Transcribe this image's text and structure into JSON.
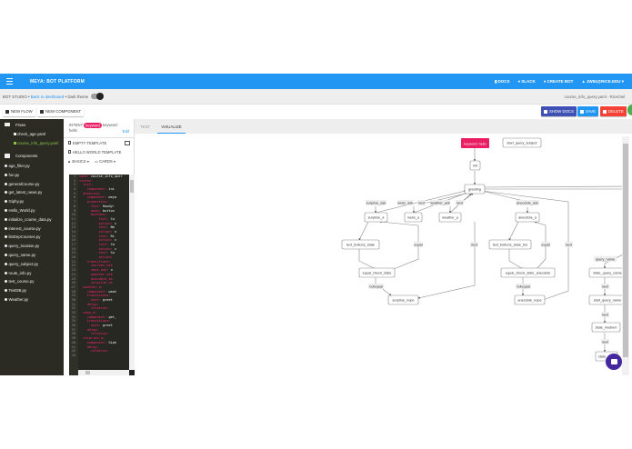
{
  "topbar": {
    "brand": "MEYA: BOT PLATFORM",
    "links": [
      {
        "icon": "book-icon",
        "label": "DOCS"
      },
      {
        "icon": "slack-icon",
        "label": "SLACK"
      },
      {
        "icon": "plus-circle-icon",
        "label": "CREATE BOT"
      },
      {
        "icon": "user-icon",
        "label": "JW84@RICE.EDU ▾"
      }
    ]
  },
  "subbar": {
    "studio": "BOT STUDIO",
    "back_link": "Back to dashboard",
    "theme_label": "Dark theme",
    "file_title": "course_info_query.yaml - RiceOwl"
  },
  "actions": {
    "new_flow": "NEW FLOW",
    "new_component": "NEW COMPONENT",
    "show_docs": "SHOW DOCS",
    "save": "SAVE",
    "delete": "DELETE"
  },
  "sidebar": {
    "flows_label": "Flows",
    "flows": [
      {
        "label": "check_age.yaml",
        "active": false
      },
      {
        "label": "course_info_query.yaml",
        "active": true
      }
    ],
    "components_label": "Components",
    "components": [
      "age_filter.py",
      "fun.py",
      "generalCourse.py",
      "get_latest_news.py",
      "Giphy.py",
      "Hello_World.py",
      "initialize_course_data.py",
      "interest_course.py",
      "listDepCourses.py",
      "query_location.py",
      "query_name.py",
      "query_subject.py",
      "route_info.py",
      "test_course.py",
      "TestDB.py",
      "Weather.py"
    ]
  },
  "editor": {
    "intent_label": "INTENT",
    "intent_type": "keyword",
    "intent_type_text": "keyword:",
    "intent_value": "hello",
    "edit_label": "Edit",
    "empty_template": "EMPTY TEMPLATE",
    "hello_template": "HELLO WORLD TEMPLATE",
    "basics_label": "BASICS ▾",
    "cards_label": "CARDS ▾",
    "code_lines": [
      {
        "n": "1",
        "indent": "",
        "key": "name:",
        "val": " course_info_quer"
      },
      {
        "n": "2",
        "indent": "",
        "key": "states:",
        "val": ""
      },
      {
        "n": "3",
        "indent": "  ",
        "key": "init:",
        "val": ""
      },
      {
        "n": "4",
        "indent": "    ",
        "key": "component:",
        "val": " ini"
      },
      {
        "n": "5",
        "indent": "  ",
        "key": "greeting:",
        "val": ""
      },
      {
        "n": "6",
        "indent": "    ",
        "key": "component:",
        "val": " meya"
      },
      {
        "n": "7",
        "indent": "    ",
        "key": "properties:",
        "val": ""
      },
      {
        "n": "8",
        "indent": "      ",
        "key": "text:",
        "val": " Howdy!"
      },
      {
        "n": "9",
        "indent": "      ",
        "key": "mode:",
        "val": " button"
      },
      {
        "n": "10",
        "indent": "      ",
        "key": "buttons:",
        "val": ""
      },
      {
        "n": "11",
        "indent": "        ",
        "key": "- text:",
        "val": " Co"
      },
      {
        "n": "12",
        "indent": "          ",
        "key": "action:",
        "val": " c"
      },
      {
        "n": "13",
        "indent": "        ",
        "key": "- text:",
        "val": " Ne"
      },
      {
        "n": "14",
        "indent": "          ",
        "key": "action:",
        "val": " n"
      },
      {
        "n": "15",
        "indent": "        ",
        "key": "- text:",
        "val": " Ri"
      },
      {
        "n": "16",
        "indent": "          ",
        "key": "action:",
        "val": " c"
      },
      {
        "n": "17",
        "indent": "        ",
        "key": "- text:",
        "val": " Ca"
      },
      {
        "n": "18",
        "indent": "          ",
        "key": "action:",
        "val": " c"
      },
      {
        "n": "19",
        "indent": "        ",
        "key": "- text:",
        "val": " Su"
      },
      {
        "n": "20",
        "indent": "          ",
        "key": "action:",
        "val": ""
      },
      {
        "n": "21",
        "indent": "    ",
        "key": "transitions:",
        "val": ""
      },
      {
        "n": "22",
        "indent": "      ",
        "key": "courses_ask",
        "val": ""
      },
      {
        "n": "23",
        "indent": "      ",
        "key": "news_ask:",
        "val": " n"
      },
      {
        "n": "24",
        "indent": "      ",
        "key": "weather_ask",
        "val": ""
      },
      {
        "n": "25",
        "indent": "      ",
        "key": "anecdote_as",
        "val": ""
      },
      {
        "n": "26",
        "indent": "      ",
        "key": "surprise_as",
        "val": ""
      },
      {
        "n": "27",
        "indent": "  ",
        "key": "weather_a:",
        "val": ""
      },
      {
        "n": "28",
        "indent": "    ",
        "key": "component:",
        "val": " weat"
      },
      {
        "n": "29",
        "indent": "    ",
        "key": "transitions:",
        "val": ""
      },
      {
        "n": "30",
        "indent": "      ",
        "key": "next:",
        "val": " greet"
      },
      {
        "n": "31",
        "indent": "    ",
        "key": "delay:",
        "val": ""
      },
      {
        "n": "32",
        "indent": "      ",
        "key": "relative:",
        "val": ""
      },
      {
        "n": "33",
        "indent": "  ",
        "key": "news_a:",
        "val": ""
      },
      {
        "n": "34",
        "indent": "    ",
        "key": "component:",
        "val": " get_"
      },
      {
        "n": "35",
        "indent": "    ",
        "key": "transitions:",
        "val": ""
      },
      {
        "n": "36",
        "indent": "      ",
        "key": "next:",
        "val": " greet"
      },
      {
        "n": "37",
        "indent": "    ",
        "key": "delay:",
        "val": ""
      },
      {
        "n": "38",
        "indent": "      ",
        "key": "relative:",
        "val": ""
      },
      {
        "n": "39",
        "indent": "  ",
        "key": "surprise_a:",
        "val": ""
      },
      {
        "n": "40",
        "indent": "    ",
        "key": "component:",
        "val": " Giph"
      },
      {
        "n": "41",
        "indent": "    ",
        "key": "delay:",
        "val": ""
      },
      {
        "n": "42",
        "indent": "      ",
        "key": "relative:",
        "val": ""
      },
      {
        "n": "43",
        "indent": "",
        "key": "",
        "val": ""
      }
    ]
  },
  "tabs": [
    {
      "label": "TEST",
      "active": false
    },
    {
      "label": "VISUALIZE",
      "active": true
    }
  ],
  "graph": {
    "start_label": "keyword: hello",
    "nodes": {
      "init": "init",
      "greeting": "greeting",
      "start_query_subject": "start_query_subject",
      "surprise_a": "surprise_a",
      "news_a": "news_a",
      "weather_a": "weather_a",
      "anecdote_a": "anecdote_a",
      "text_buttons_state": "text_buttons_state",
      "text_buttons_state_fun": "text_buttons_state_fun",
      "equal_check_state": "equal_check_state",
      "equal_check_state_anecdote": "equal_check_state_anecdote",
      "surprise_nope": "surprise_nope",
      "anecdote_nope": "anecdote_nope",
      "state_query_name": "state_query_name",
      "start_query_name": "start_query_name",
      "state_medium": "state_medium",
      "state_end": "state_"
    },
    "edge_labels": {
      "surprise_ask": "surprise_ask",
      "news_ask": "news_ask",
      "next": "next",
      "weather_ask": "weather_ask",
      "anecdote_ask": "anecdote_ask",
      "equal": "equal",
      "notequal": "notequal",
      "query_name": "query_name"
    },
    "start_color": "#e91e63"
  },
  "colors": {
    "topbar": "#2196f3",
    "sidebar": "#2b2b23",
    "show_docs": "#3f51b5",
    "save": "#2196f3",
    "delete": "#f44336",
    "chat": "#4527a0",
    "active_flow": "#8bc34a"
  }
}
